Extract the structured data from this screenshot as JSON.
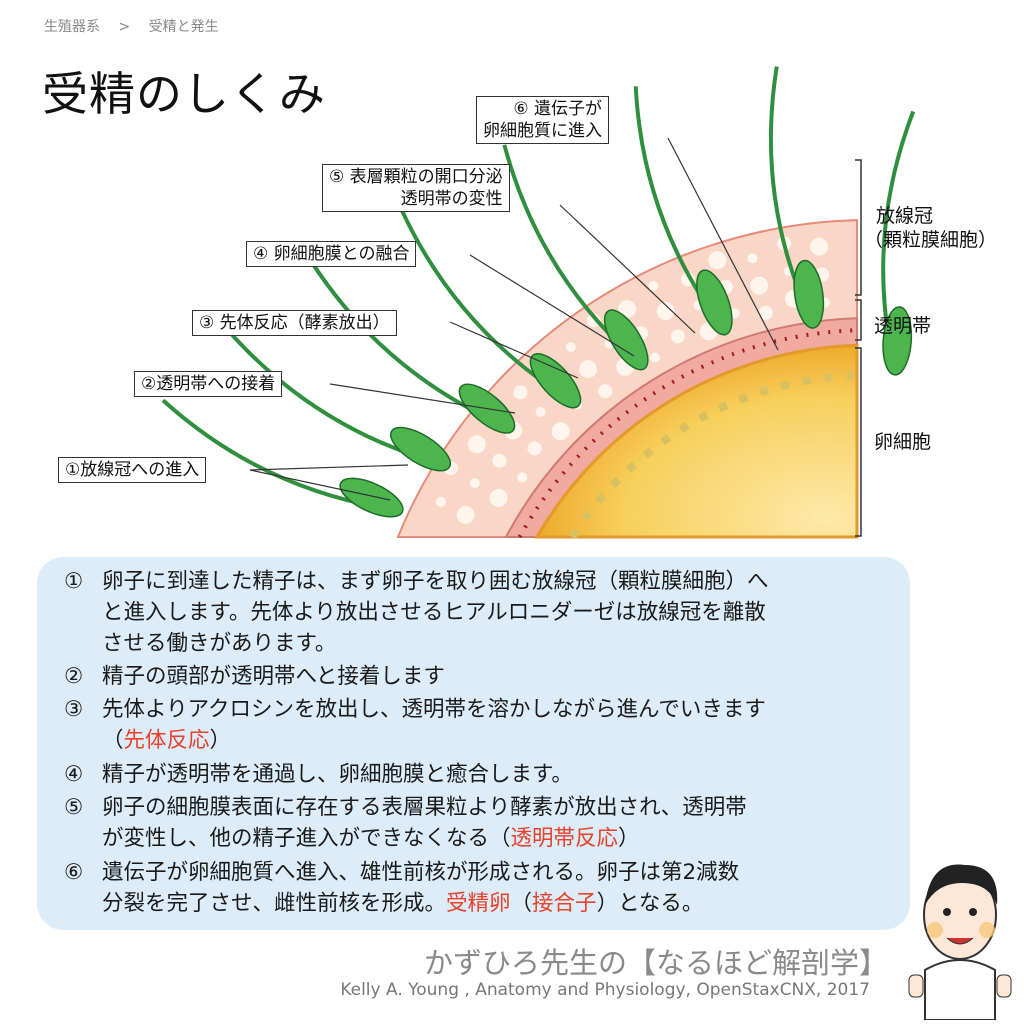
{
  "breadcrumb": [
    "生殖器系",
    ">",
    "受精と発生"
  ],
  "title": "受精のしくみ",
  "labels": {
    "l1": "①放線冠への進入",
    "l2": "②透明帯への接着",
    "l3": "③ 先体反応（酵素放出）",
    "l4": "④ 卵細胞膜との融合",
    "l5a": "⑤ 表層顆粒の開口分泌",
    "l5b": "透明帯の変性",
    "l6a": "⑥ 遺伝子が",
    "l6b": "卵細胞質に進入"
  },
  "side_labels": {
    "corona_a": "放線冠",
    "corona_b": "（顆粒膜細胞）",
    "zona": "透明帯",
    "oocyte": "卵細胞"
  },
  "description": {
    "s1": {
      "num": "①",
      "l1": "卵子に到達した精子は、まず卵子を取り囲む放線冠（顆粒膜細胞）へ",
      "l2": "と進入します。先体より放出させるヒアルロニダーゼは放線冠を離散",
      "l3": "させる働きがあります。"
    },
    "s2": {
      "num": "②",
      "l1": "精子の頭部が透明帯へと接着します"
    },
    "s3": {
      "num": "③",
      "l1": "先体よりアクロシンを放出し、透明帯を溶かしながら進んでいきます",
      "l2a": "（",
      "l2red": "先体反応",
      "l2b": "）"
    },
    "s4": {
      "num": "④",
      "l1": "精子が透明帯を通過し、卵細胞膜と癒合します。"
    },
    "s5": {
      "num": "⑤",
      "l1": "卵子の細胞膜表面に存在する表層果粒より酵素が放出され、透明帯",
      "l2a": "が変性し、他の精子進入ができなくなる（",
      "l2red": "透明帯反応",
      "l2b": "）"
    },
    "s6": {
      "num": "⑥",
      "l1": "遺伝子が卵細胞質へ進入、雄性前核が形成される。卵子は第2減数",
      "l2a": "分裂を完了させ、雌性前核を形成。",
      "l2red1": "受精卵",
      "l2b": "（",
      "l2red2": "接合子",
      "l2c": "）となる。"
    }
  },
  "credit": {
    "brand": "かずひろ先生の【なるほど解剖学】",
    "source": "Kelly A. Young , Anatomy and Physiology, OpenStaxCNX, 2017"
  },
  "colors": {
    "accent_red": "#e8402a",
    "panel": "#dcedf9",
    "egg": "#f6c84a",
    "zona": "#f2a8a0",
    "corona": "#f9d3c4",
    "sperm": "#3aa64a"
  }
}
